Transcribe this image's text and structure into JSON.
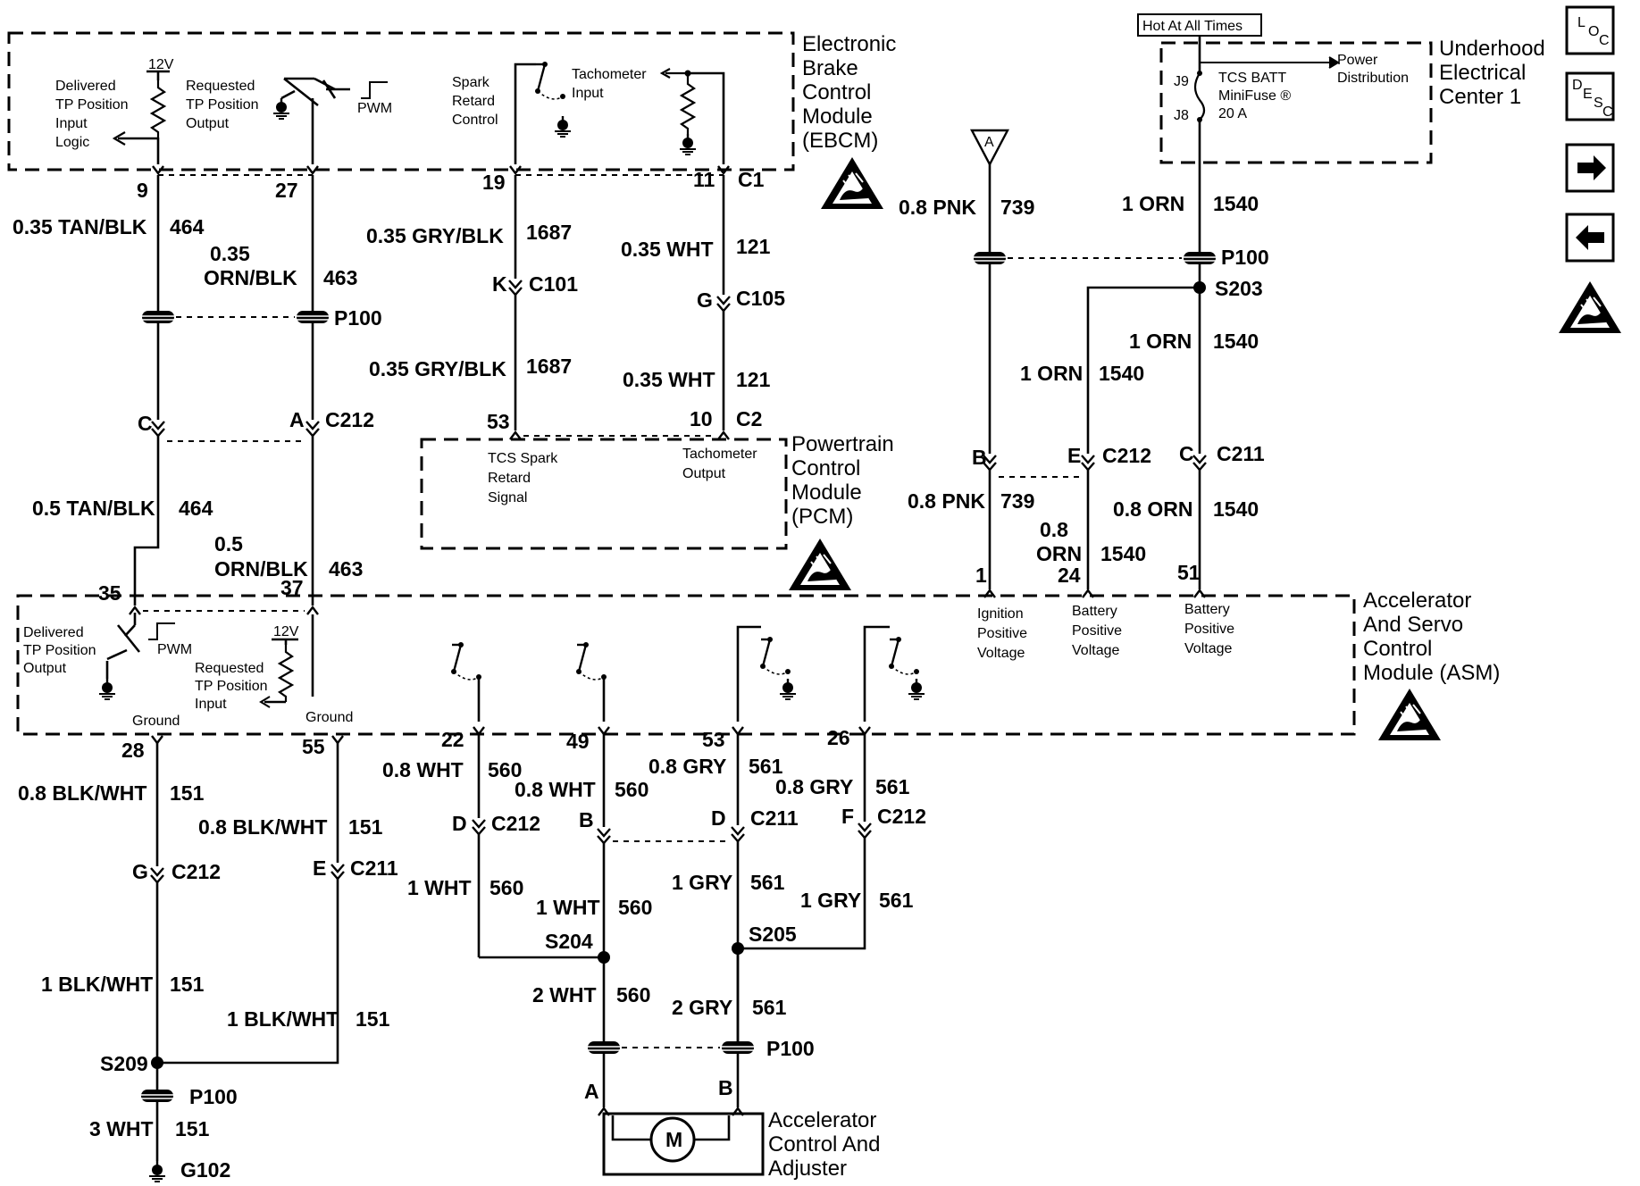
{
  "modules": {
    "ebcm": {
      "lines": [
        "Electronic",
        "Brake",
        "Control",
        "Module",
        "(EBCM)"
      ]
    },
    "uec": {
      "lines": [
        "Underhood",
        "Electrical",
        "Center 1"
      ]
    },
    "pcm": {
      "lines": [
        "Powertrain",
        "Control",
        "Module",
        "(PCM)"
      ]
    },
    "asm": {
      "lines": [
        "Accelerator",
        "And Servo",
        "Control",
        "Module (ASM)"
      ]
    },
    "motor": {
      "lines": [
        "Accelerator",
        "Control And",
        "Adjuster"
      ],
      "symbol": "M"
    }
  },
  "internal_labels": {
    "ebcm_delivered": [
      "Delivered",
      "TP Position",
      "Input",
      "Logic"
    ],
    "ebcm_requested": [
      "Requested",
      "TP Position",
      "Output"
    ],
    "ebcm_spark": [
      "Spark",
      "Retard",
      "Control"
    ],
    "ebcm_tach": [
      "Tachometer",
      "Input"
    ],
    "ebcm_12v": "12V",
    "ebcm_pwm": "PWM",
    "pcm_tcs": [
      "TCS Spark",
      "Retard",
      "Signal"
    ],
    "pcm_tach": [
      "Tachometer",
      "Output"
    ],
    "asm_delivered": [
      "Delivered",
      "TP Position",
      "Output"
    ],
    "asm_requested": [
      "Requested",
      "TP Position",
      "Input"
    ],
    "asm_12v": "12V",
    "asm_pwm": "PWM",
    "asm_ground1": "Ground",
    "asm_ground2": "Ground",
    "asm_ign": [
      "Ignition",
      "Positive",
      "Voltage"
    ],
    "asm_batt1": [
      "Battery",
      "Positive",
      "Voltage"
    ],
    "asm_batt2": [
      "Battery",
      "Positive",
      "Voltage"
    ],
    "hot_at_all_times": "Hot At All Times",
    "fuse": [
      "TCS BATT",
      "MiniFuse ®",
      "20 A"
    ],
    "j9": "J9",
    "j8": "J8",
    "power_dist": [
      "Power",
      "Distribution"
    ],
    "ref_a": "A"
  },
  "wires": {
    "w464_top": [
      "0.35 TAN/BLK",
      "464"
    ],
    "w463_top": [
      "0.35",
      "ORN/BLK",
      "463"
    ],
    "w1687_top": [
      "0.35 GRY/BLK",
      "1687"
    ],
    "w121_top": [
      "0.35 WHT",
      "121"
    ],
    "w1687_bot": [
      "0.35 GRY/BLK",
      "1687"
    ],
    "w121_bot": [
      "0.35 WHT",
      "121"
    ],
    "w464_bot": [
      "0.5 TAN/BLK",
      "464"
    ],
    "w463_bot": [
      "0.5",
      "ORN/BLK",
      "463"
    ],
    "w739_top": [
      "0.8 PNK",
      "739"
    ],
    "w739_bot": [
      "0.8 PNK",
      "739"
    ],
    "w1540_a": [
      "1 ORN",
      "1540"
    ],
    "w1540_b": [
      "1 ORN",
      "1540"
    ],
    "w1540_c": [
      "1 ORN",
      "1540"
    ],
    "w1540_d": [
      "0.8",
      "ORN",
      "1540"
    ],
    "w1540_e": [
      "0.8 ORN",
      "1540"
    ],
    "w151_a": [
      "0.8 BLK/WHT",
      "151"
    ],
    "w151_b": [
      "0.8 BLK/WHT",
      "151"
    ],
    "w151_c": [
      "1 BLK/WHT",
      "151"
    ],
    "w151_d": [
      "1 BLK/WHT",
      "151"
    ],
    "w151_e": [
      "3 WHT",
      "151"
    ],
    "w560_a": [
      "0.8 WHT",
      "560"
    ],
    "w560_b": [
      "0.8 WHT",
      "560"
    ],
    "w560_c": [
      "1 WHT",
      "560"
    ],
    "w560_d": [
      "1 WHT",
      "560"
    ],
    "w560_e": [
      "2 WHT",
      "560"
    ],
    "w561_a": [
      "0.8 GRY",
      "561"
    ],
    "w561_b": [
      "0.8 GRY",
      "561"
    ],
    "w561_c": [
      "1 GRY",
      "561"
    ],
    "w561_d": [
      "1 GRY",
      "561"
    ],
    "w561_e": [
      "2 GRY",
      "561"
    ]
  },
  "pins": {
    "ebcm": [
      "9",
      "27",
      "19",
      "11",
      "C1"
    ],
    "pcm": [
      "53",
      "10",
      "C2"
    ],
    "asm_top": [
      "35",
      "37",
      "1",
      "24",
      "51"
    ],
    "asm_bottom": [
      "28",
      "55",
      "22",
      "49",
      "53",
      "26"
    ]
  },
  "connectors": {
    "c101": [
      "K",
      "C101"
    ],
    "c105": [
      "G",
      "C105"
    ],
    "c212_left": [
      "C",
      "A",
      "C212"
    ],
    "p100_upper": "P100",
    "p100_right": "P100",
    "c212_right": [
      "B",
      "E",
      "C212"
    ],
    "c211_right": [
      "C",
      "C211"
    ],
    "c212_g": [
      "G",
      "C212"
    ],
    "c211_e": [
      "E",
      "C211"
    ],
    "c212_d": [
      "D",
      "C212"
    ],
    "b_mid": "B",
    "c211_d": [
      "D",
      "C211"
    ],
    "c212_f": [
      "F",
      "C212"
    ],
    "p100_bottom": "P100",
    "p100_lower": "P100",
    "motor_pins": [
      "A",
      "B"
    ]
  },
  "splices": {
    "s203": "S203",
    "s204": "S204",
    "s205": "S205",
    "s209": "S209"
  },
  "ground": "G102",
  "nav": {
    "loc": [
      "L",
      "O",
      "C"
    ],
    "desc": [
      "D",
      "E",
      "S",
      "C"
    ],
    "next": "next-arrow",
    "prev": "prev-arrow"
  }
}
